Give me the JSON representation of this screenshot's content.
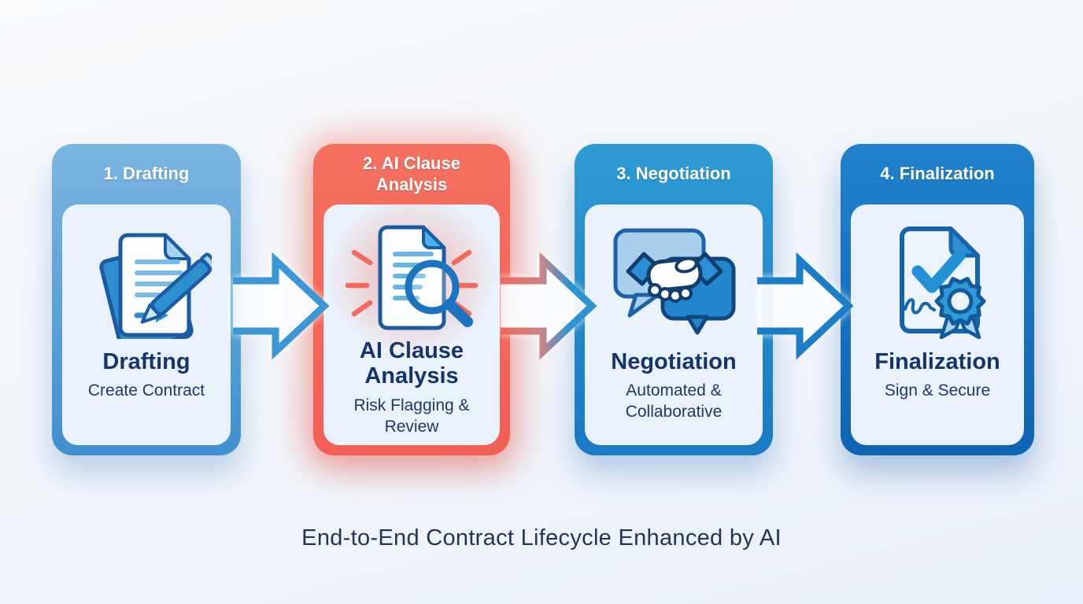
{
  "caption": "End-to-End Contract Lifecycle Enhanced by AI",
  "steps": [
    {
      "header": "1. Drafting",
      "title": "Drafting",
      "subtitle": "Create Contract",
      "icon": "drafting-documents-pen-icon",
      "header_color": "#5fa5d9"
    },
    {
      "header": "2. AI Clause Analysis",
      "title": "AI Clause Analysis",
      "subtitle": "Risk Flagging & Review",
      "icon": "ai-clause-analysis-magnifier-icon",
      "header_color": "#f4685c"
    },
    {
      "header": "3. Negotiation",
      "title": "Negotiation",
      "subtitle": "Automated & Collaborative",
      "icon": "negotiation-chat-handshake-icon",
      "header_color": "#2693cf"
    },
    {
      "header": "4. Finalization",
      "title": "Finalization",
      "subtitle": "Sign & Secure",
      "icon": "finalization-certificate-ribbon-icon",
      "header_color": "#1571bf"
    }
  ],
  "flow_arrows": [
    {
      "between": "drafting-to-analysis",
      "color": "#3b97d5"
    },
    {
      "between": "analysis-to-negotiation",
      "color_from": "#f3685c",
      "color_to": "#2f93d2"
    },
    {
      "between": "negotiation-to-finalization",
      "color": "#1b7ec7"
    }
  ],
  "colors": {
    "accent_blue": "#2e8fd0",
    "accent_red": "#f3685c",
    "title_navy": "#14356b",
    "card_inner": "#e9f2fa",
    "caption_navy": "#223555"
  }
}
